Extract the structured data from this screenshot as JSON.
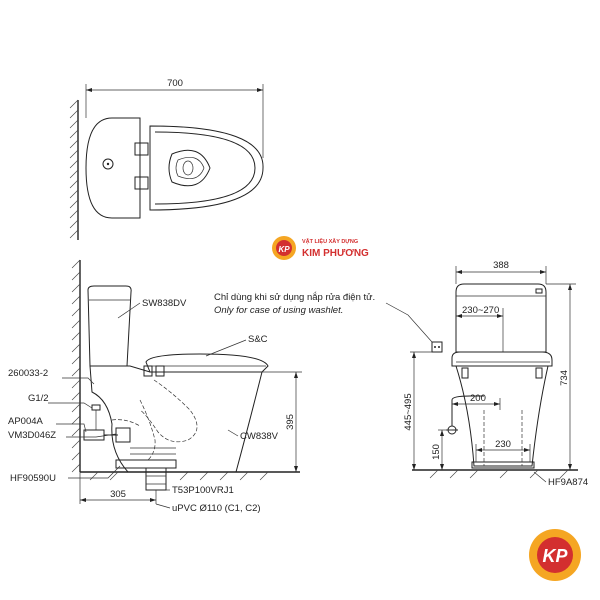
{
  "top_view": {
    "width_dim": "700"
  },
  "watermark": {
    "tagline": "VẬT LIỆU XÂY DỰNG",
    "name": "KIM PHƯƠNG",
    "logo_letters": "KP"
  },
  "side_view": {
    "labels": {
      "tank": "SW838DV",
      "seat": "S&C",
      "bowl": "CW838V",
      "part_260033": "260033-2",
      "g12": "G1/2",
      "ap004a": "AP004A",
      "vm3d046z": "VM3D046Z",
      "hf90590u": "HF90590U",
      "t53": "T53P100VRJ1",
      "upvc": "uPVC Ø110 (C1, C2)"
    },
    "dims": {
      "height": "395",
      "base": "305"
    }
  },
  "note": {
    "vi": "Chỉ dùng khi sử dụng nắp rửa điện tử.",
    "en": "Only for case of using washlet."
  },
  "front_view": {
    "dims": {
      "width": "388",
      "range_top": "230~270",
      "total_height": "734",
      "inlet_range": "445~495",
      "inlet_offset": "200",
      "bottom_width": "230",
      "base_height": "150"
    },
    "label": "HF9A874"
  },
  "colors": {
    "brand_red": "#d32f2f",
    "brand_orange": "#f5a623",
    "line": "#222222"
  }
}
